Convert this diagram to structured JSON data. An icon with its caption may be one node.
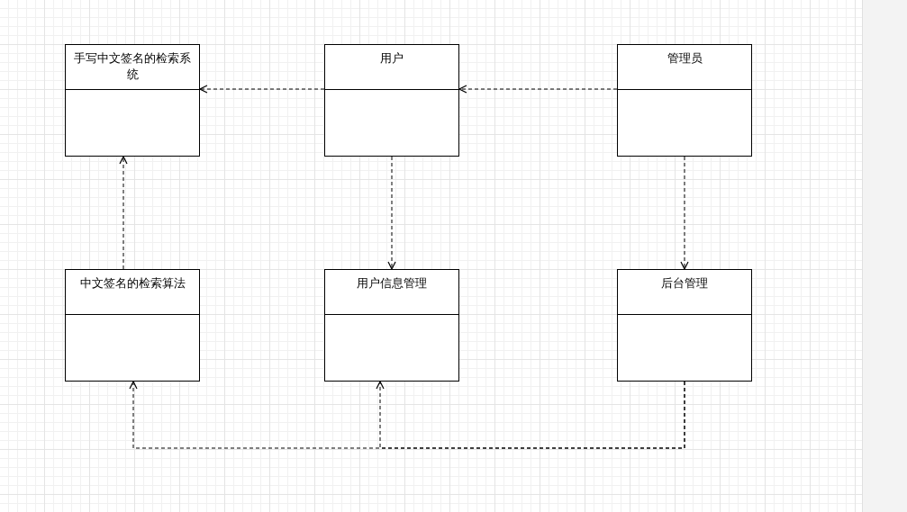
{
  "diagram": {
    "nodes": [
      {
        "text": [
          "手写中文签名的检索系统"
        ]
      },
      {
        "text": [
          "用户"
        ]
      },
      {
        "text": [
          "管理员"
        ]
      },
      {
        "text": [
          "中文签名的检索算法"
        ]
      },
      {
        "text": [
          "用户信息管理"
        ]
      },
      {
        "text": [
          "后台管理"
        ]
      }
    ],
    "edges": [
      {
        "from": 1,
        "to": 0,
        "arrow": "to",
        "style": "dashed"
      },
      {
        "from": 2,
        "to": 1,
        "arrow": "to",
        "style": "dashed"
      },
      {
        "from": 3,
        "to": 0,
        "arrow": "to",
        "style": "dashed"
      },
      {
        "from": 1,
        "to": 4,
        "arrow": "to",
        "style": "dashed"
      },
      {
        "from": 2,
        "to": 5,
        "arrow": "to",
        "style": "dashed"
      },
      {
        "from": 5,
        "to": 3,
        "arrow": "to",
        "style": "dashed"
      },
      {
        "from": 5,
        "to": 4,
        "arrow": "to",
        "style": "dashed"
      }
    ]
  }
}
